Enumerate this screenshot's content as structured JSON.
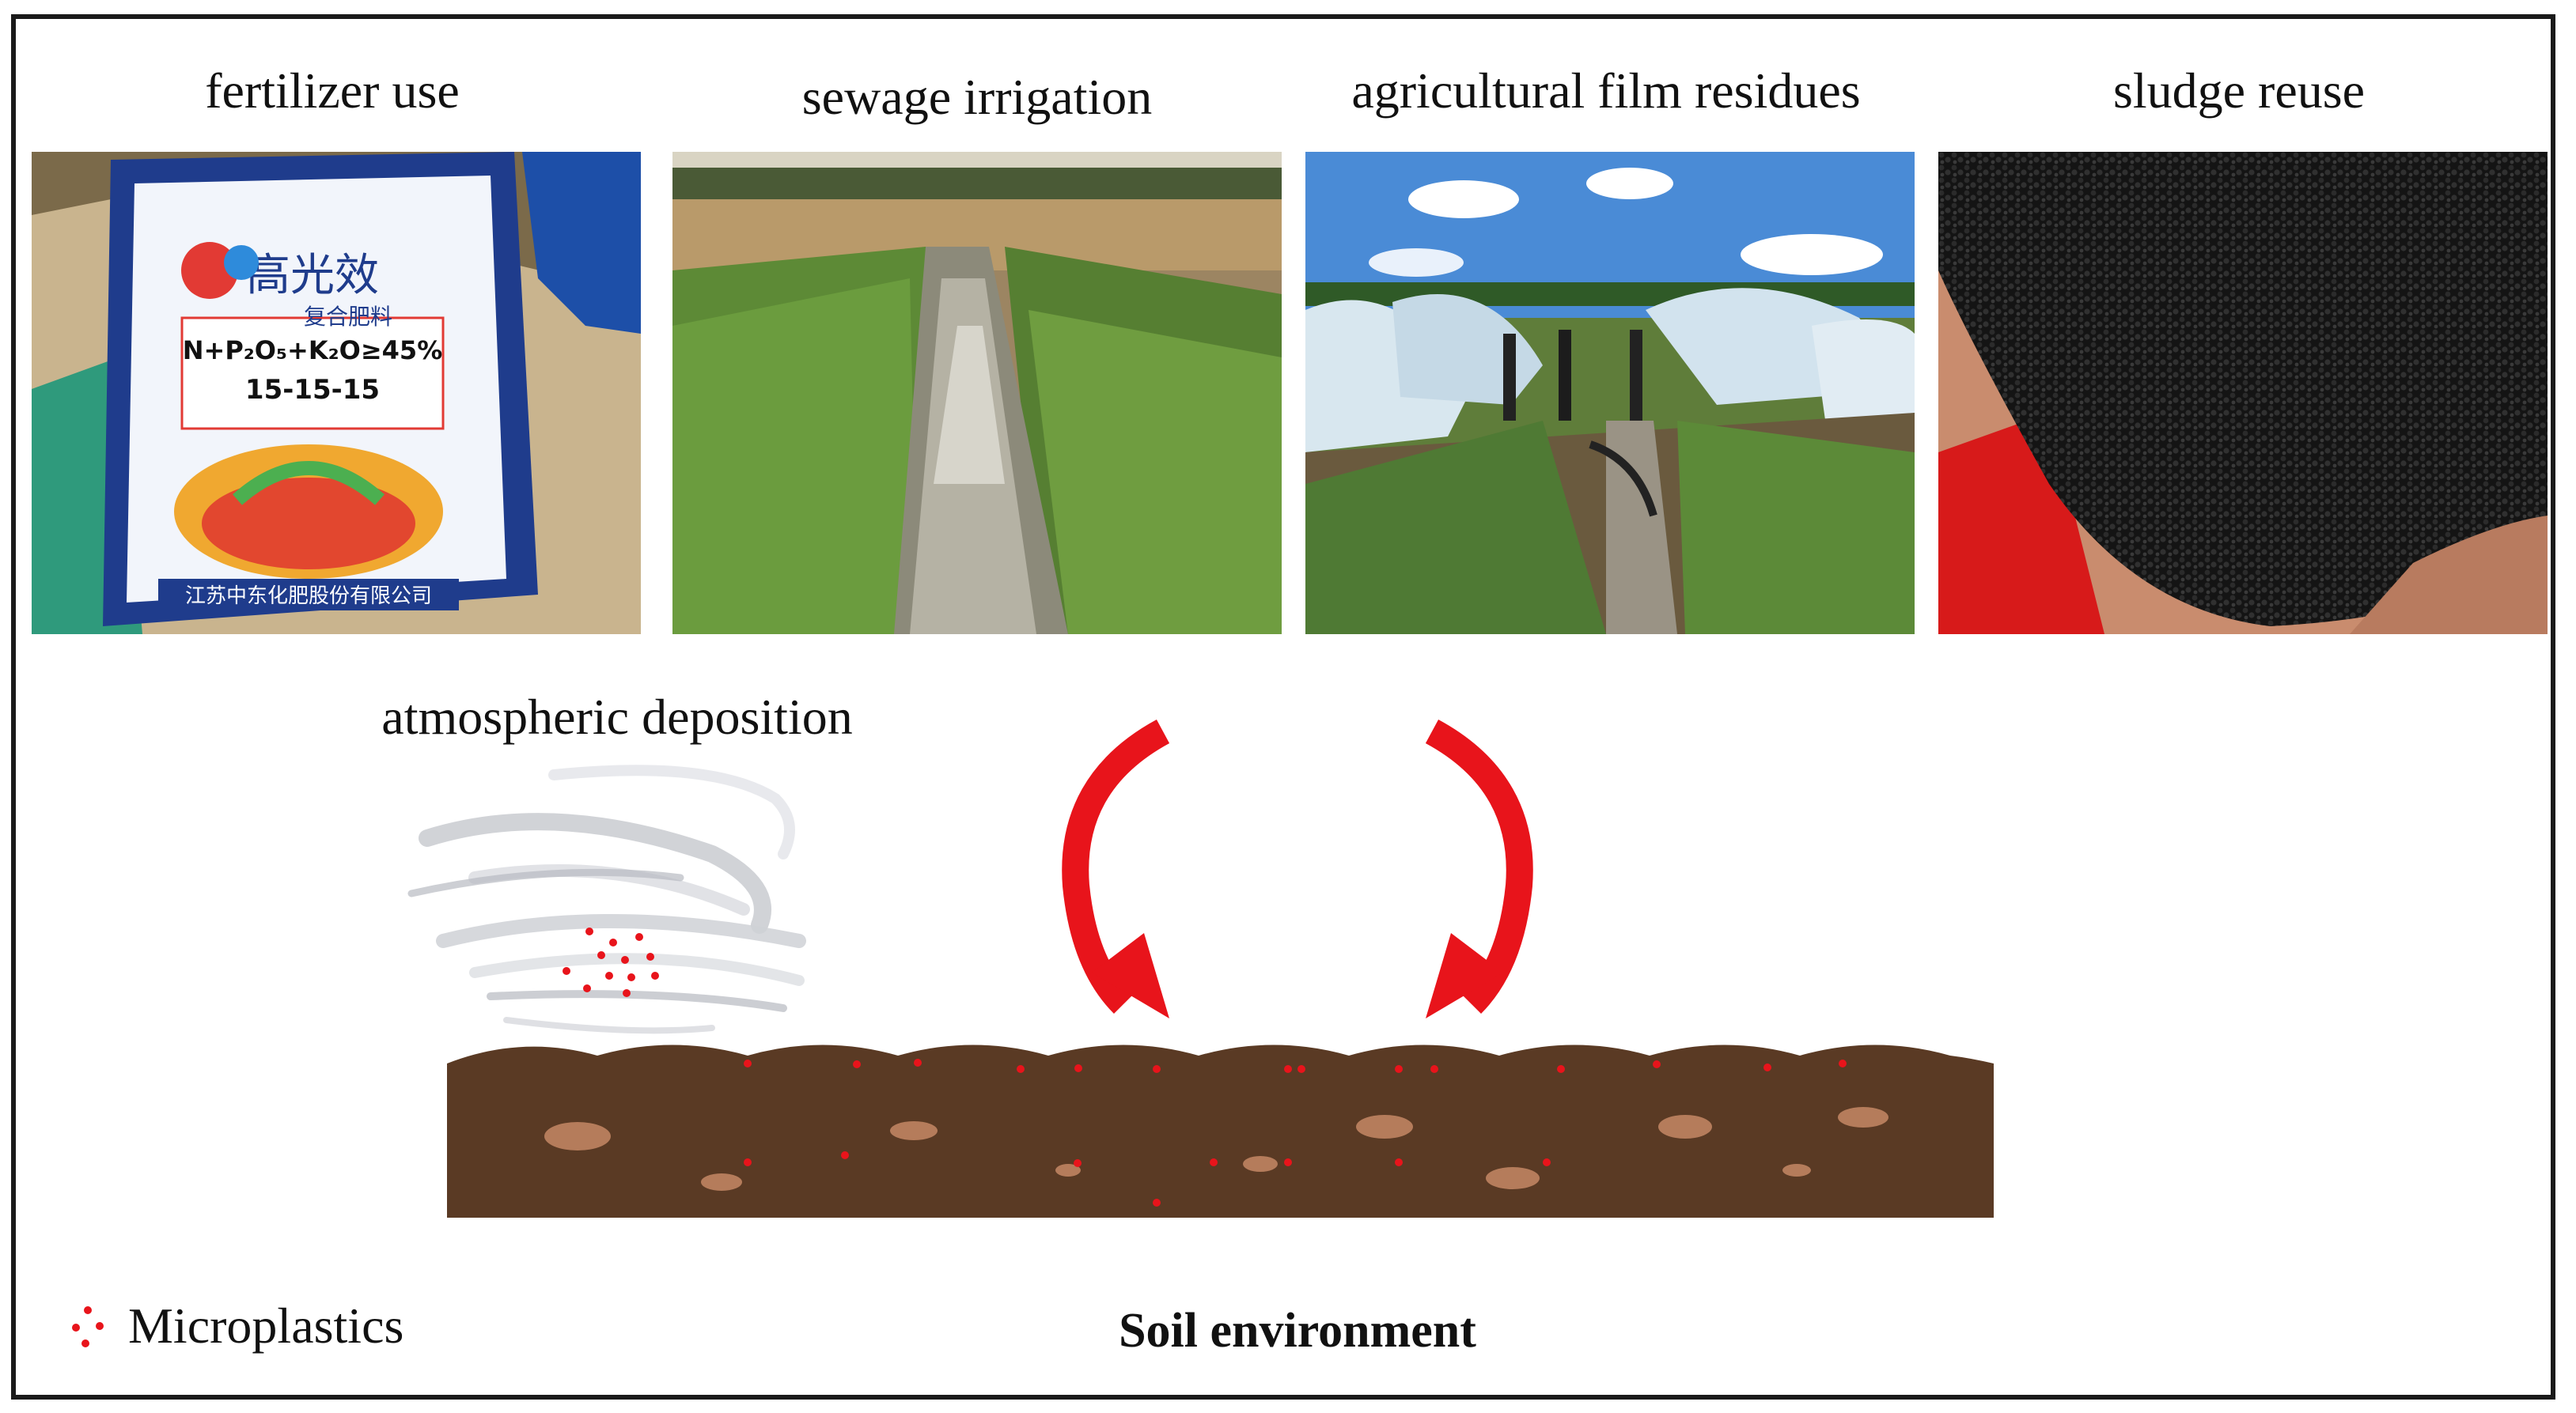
{
  "sources": [
    {
      "label": "fertilizer use"
    },
    {
      "label": "sewage irrigation"
    },
    {
      "label": "agricultural film residues"
    },
    {
      "label": "sludge reuse"
    }
  ],
  "atmospheric_label": "atmospheric deposition",
  "legend_label": "Microplastics",
  "soil_label": "Soil environment",
  "colors": {
    "microplastic": "#e8141b",
    "soil": "#5a3a24",
    "soil_patch": "#b57c5b",
    "arrow": "#e8141b",
    "frame": "#1a1a1a"
  },
  "fertilizer_bag": {
    "brand_text": "高光效",
    "sub_text": "复合肥料",
    "formula": "N+P₂O₅+K₂O≥45%",
    "ratio": "15-15-15",
    "company": "江苏中东化肥股份有限公司"
  }
}
